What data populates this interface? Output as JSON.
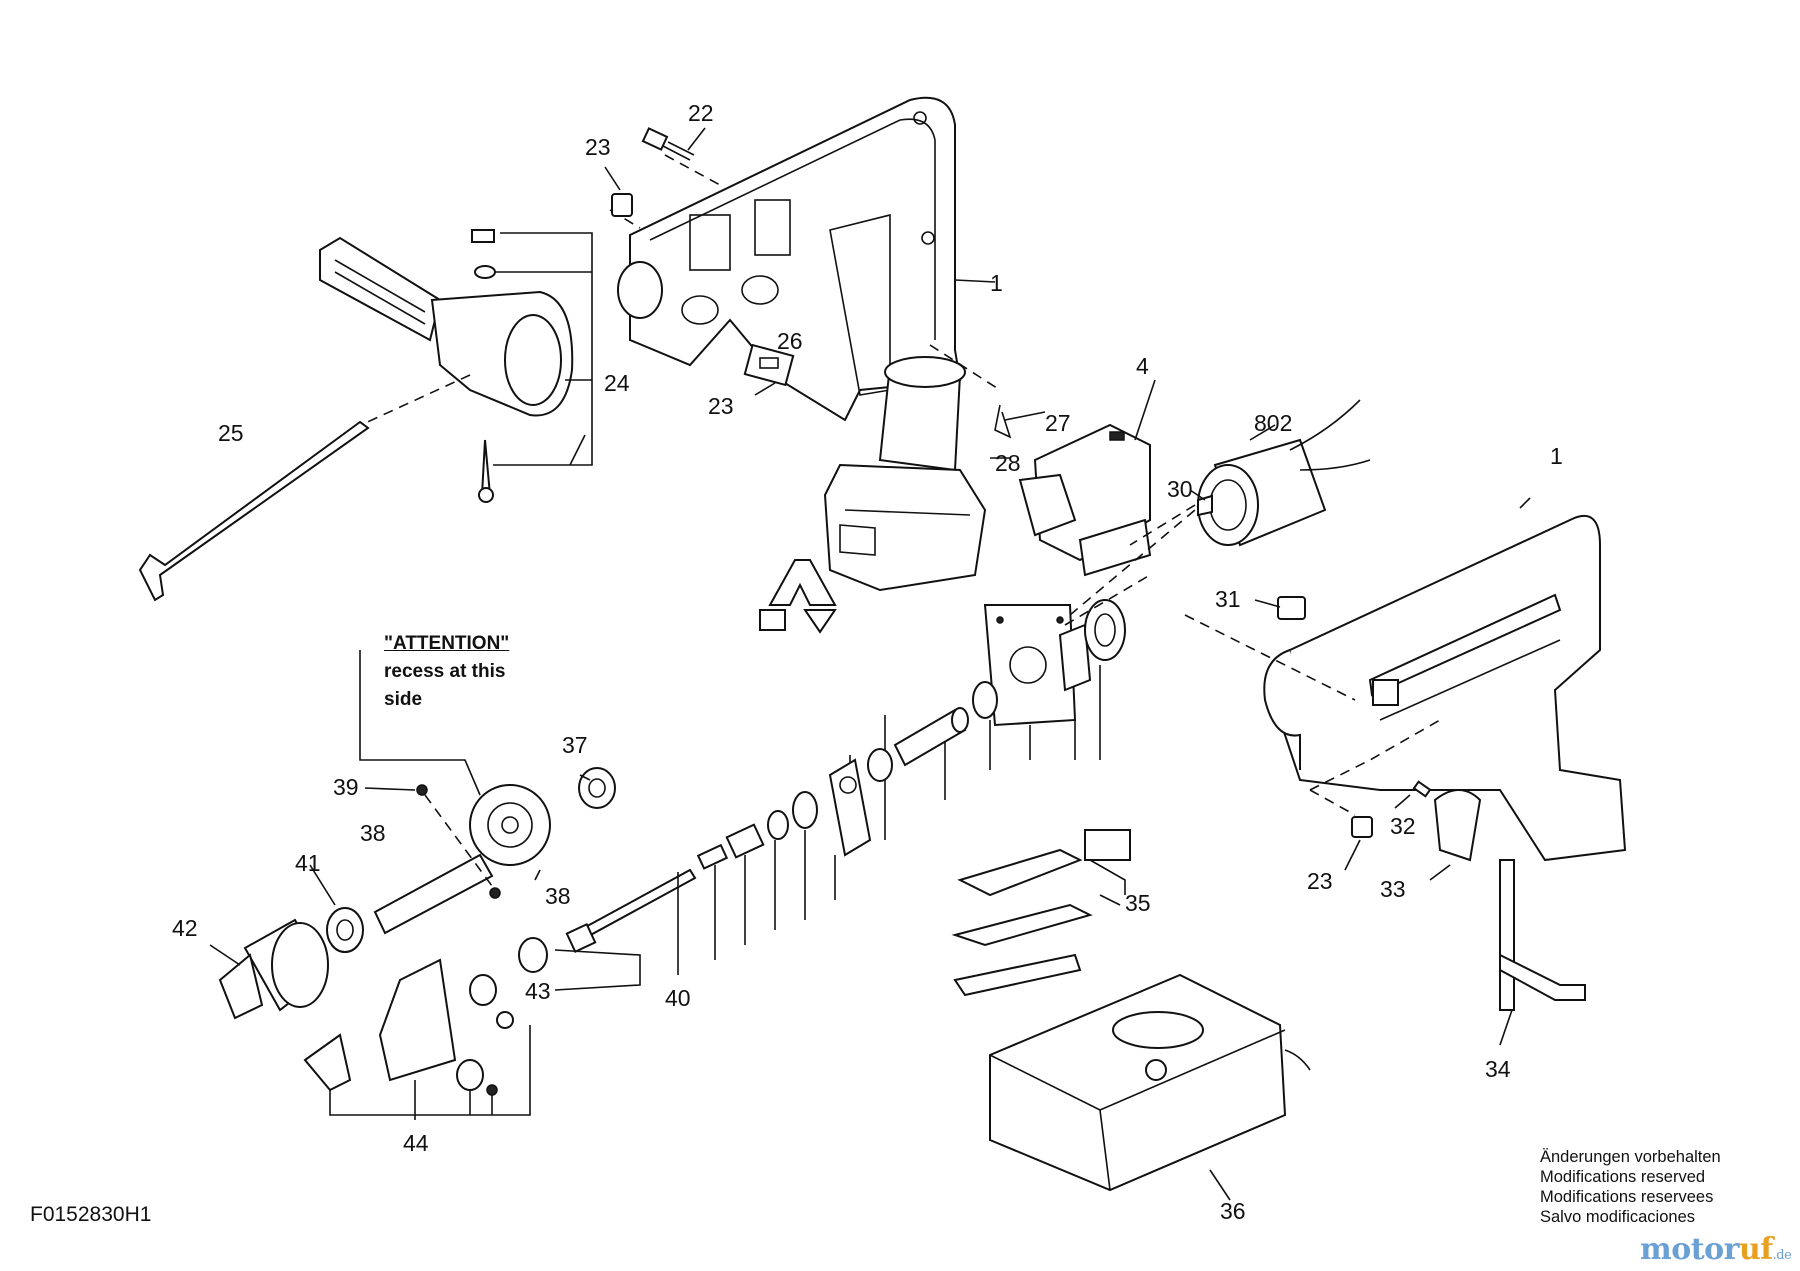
{
  "diagram": {
    "callouts": [
      {
        "id": "c1a",
        "text": "1"
      },
      {
        "id": "c1b",
        "text": "1"
      },
      {
        "id": "c4",
        "text": "4"
      },
      {
        "id": "c22",
        "text": "22"
      },
      {
        "id": "c23a",
        "text": "23"
      },
      {
        "id": "c23b",
        "text": "23"
      },
      {
        "id": "c23c",
        "text": "23"
      },
      {
        "id": "c24",
        "text": "24"
      },
      {
        "id": "c25",
        "text": "25"
      },
      {
        "id": "c26",
        "text": "26"
      },
      {
        "id": "c27",
        "text": "27"
      },
      {
        "id": "c28",
        "text": "28"
      },
      {
        "id": "c30",
        "text": "30"
      },
      {
        "id": "c31",
        "text": "31"
      },
      {
        "id": "c32",
        "text": "32"
      },
      {
        "id": "c33",
        "text": "33"
      },
      {
        "id": "c34",
        "text": "34"
      },
      {
        "id": "c35",
        "text": "35"
      },
      {
        "id": "c36",
        "text": "36"
      },
      {
        "id": "c37",
        "text": "37"
      },
      {
        "id": "c38a",
        "text": "38"
      },
      {
        "id": "c38b",
        "text": "38"
      },
      {
        "id": "c39",
        "text": "39"
      },
      {
        "id": "c40",
        "text": "40"
      },
      {
        "id": "c41",
        "text": "41"
      },
      {
        "id": "c42",
        "text": "42"
      },
      {
        "id": "c43",
        "text": "43"
      },
      {
        "id": "c44",
        "text": "44"
      },
      {
        "id": "c802",
        "text": "802"
      }
    ],
    "attention_note": {
      "title": "\"ATTENTION\"",
      "line1": "recess at this",
      "line2": "side"
    },
    "modifications_note": [
      "Änderungen vorbehalten",
      "Modifications reserved",
      "Modifications reservees",
      "Salvo modificaciones"
    ],
    "drawing_code": "F0152830H1",
    "watermark": {
      "part1": "motor",
      "part2": "uf",
      "suffix": ".de"
    }
  }
}
